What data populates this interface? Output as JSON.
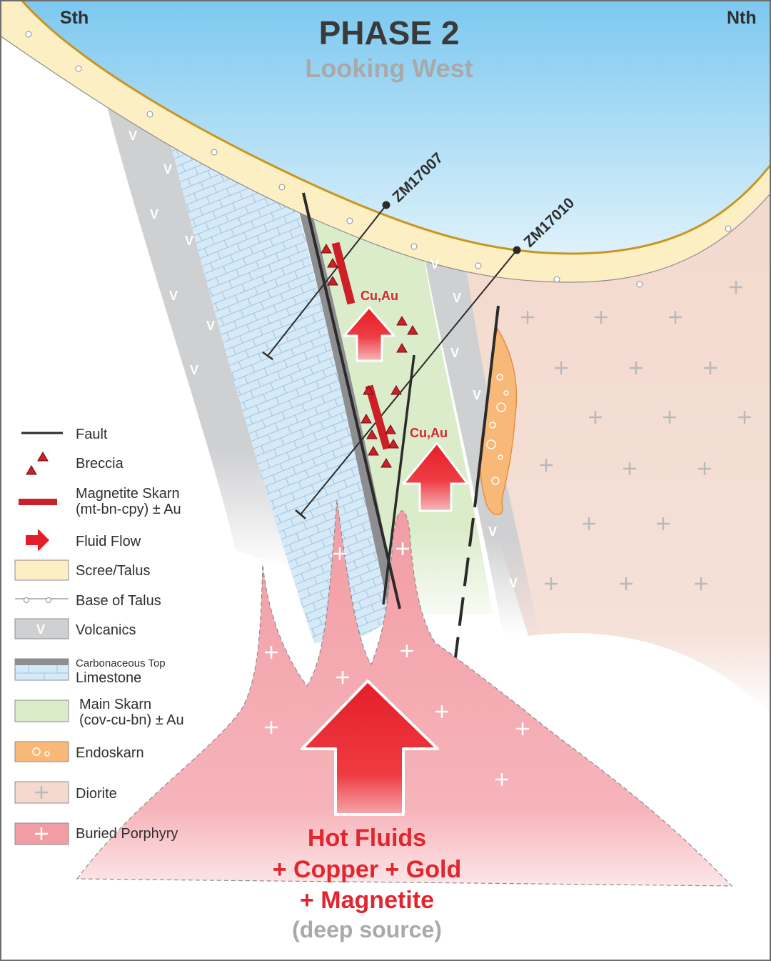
{
  "diagram": {
    "title": "PHASE 2",
    "subtitle": "Looking West",
    "direction_left": "Sth",
    "direction_right": "Nth",
    "drillholes": [
      "ZM17007",
      "ZM17010"
    ],
    "mineral_labels": [
      "Cu,Au",
      "Cu,Au"
    ],
    "source_text": {
      "line1": "Hot Fluids",
      "line2": "+ Copper + Gold",
      "line3": "+ Magnetite",
      "line4": "(deep source)"
    }
  },
  "legend": {
    "fault": "Fault",
    "breccia": "Breccia",
    "magnetite_skarn": "Magnetite Skarn",
    "magnetite_skarn_sub": "(mt-bn-cpy) ± Au",
    "fluid_flow": "Fluid Flow",
    "scree": "Scree/Talus",
    "base_talus": "Base of Talus",
    "volcanics": "Volcanics",
    "carbonaceous": "Carbonaceous Top",
    "limestone": "Limestone",
    "main_skarn": "Main Skarn",
    "main_skarn_sub": "(cov-cu-bn) ± Au",
    "endoskarn": "Endoskarn",
    "diorite": "Diorite",
    "buried_porphyry": "Buried Porphyry"
  },
  "colors": {
    "sky": "#8fd0f2",
    "talus": "#fcefc4",
    "talus_edge": "#c8951f",
    "volcanics": "#cfd0d2",
    "limestone": "#d6e9f7",
    "main_skarn": "#dbeccb",
    "endoskarn": "#f8b877",
    "diorite": "#f3d9ce",
    "porphyry": "#f29ca4",
    "accent_red": "#e41e26"
  }
}
